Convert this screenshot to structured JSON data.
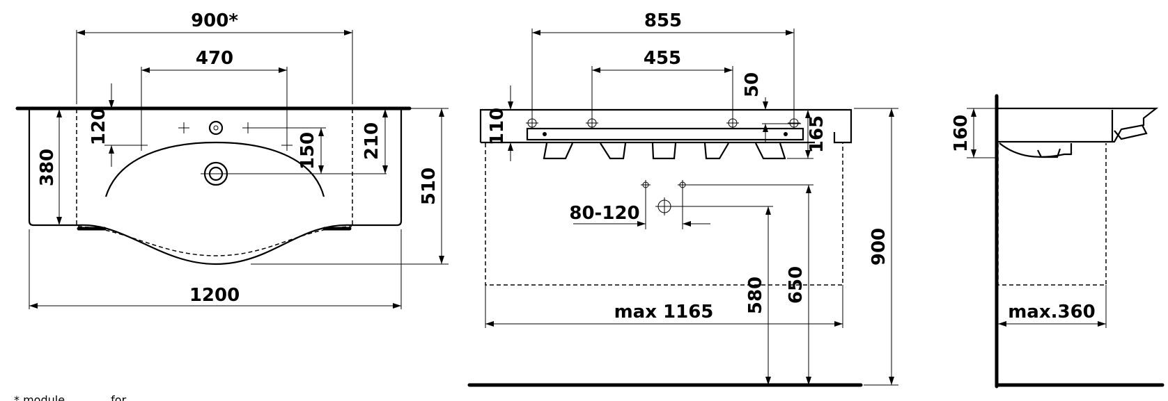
{
  "top_view": {
    "dim_900": "900*",
    "dim_470": "470",
    "dim_120": "120",
    "dim_150": "150",
    "dim_210": "210",
    "dim_380": "380",
    "dim_510": "510",
    "dim_1200": "1200"
  },
  "front_view": {
    "dim_855": "855",
    "dim_455": "455",
    "dim_50": "50",
    "dim_110": "110",
    "dim_165": "165",
    "dim_80_120": "80-120",
    "dim_580": "580",
    "dim_650": "650",
    "dim_900": "900",
    "dim_max_1165": "max 1165"
  },
  "side_view": {
    "dim_160": "160",
    "dim_max_360": "max.360"
  },
  "footnote": "* module ... ... ... for ... ..."
}
